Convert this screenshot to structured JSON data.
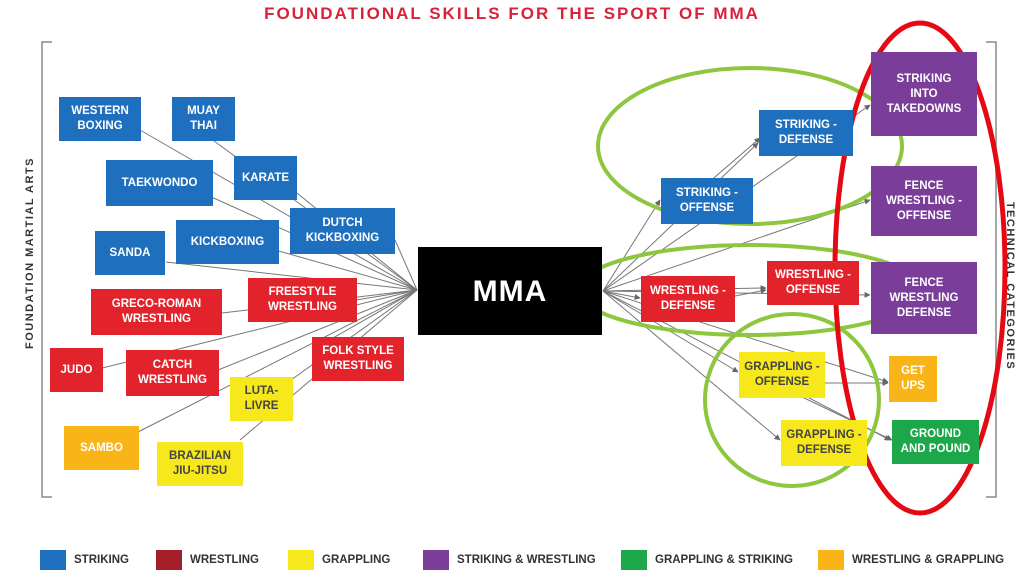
{
  "title": "FOUNDATIONAL SKILLS FOR THE SPORT OF MMA",
  "left_axis_label": "FOUNDATION MARTIAL ARTS",
  "right_axis_label": "TECHNICAL CATEGORIES",
  "center": "MMA",
  "colors": {
    "striking": "#1f6fbf",
    "wrestling": "#e3232c",
    "grappling": "#f7e81c",
    "striking_wrestling": "#7a3d9a",
    "grappling_striking": "#1ca84a",
    "wrestling_grappling": "#f9b418",
    "annotation_green": "#8dc63f",
    "annotation_red": "#e50914"
  },
  "martial_arts": {
    "western_boxing": "WESTERN\nBOXING",
    "muay_thai": "MUAY\nTHAI",
    "taekwondo": "TAEKWONDO",
    "karate": "KARATE",
    "sanda": "SANDA",
    "kickboxing": "KICKBOXING",
    "dutch_kickboxing": "DUTCH\nKICKBOXING",
    "greco_roman": "GRECO-ROMAN\nWRESTLING",
    "freestyle": "FREESTYLE\nWRESTLING",
    "judo": "JUDO",
    "catch_wrestling": "CATCH\nWRESTLING",
    "folk_style": "FOLK STYLE\nWRESTLING",
    "luta_livre": "LUTA-\nLIVRE",
    "sambo": "SAMBO",
    "bjj": "BRAZILIAN\nJIU-JITSU"
  },
  "categories": {
    "striking_offense": "STRIKING -\nOFFENSE",
    "striking_defense": "STRIKING -\nDEFENSE",
    "wrestling_defense": "WRESTLING -\nDEFENSE",
    "wrestling_offense": "WRESTLING -\nOFFENSE",
    "grappling_offense": "GRAPPLING -\nOFFENSE",
    "grappling_defense": "GRAPPLING -\nDEFENSE",
    "striking_into_takedowns": "STRIKING\nINTO\nTAKEDOWNS",
    "fence_wrestling_offense": "FENCE\nWRESTLING -\nOFFENSE",
    "fence_wrestling_defense": "FENCE\nWRESTLING\nDEFENSE",
    "get_ups": "GET\nUPS",
    "ground_and_pound": "GROUND\nAND POUND"
  },
  "legend": [
    {
      "label": "STRIKING",
      "color": "#1f6fbf"
    },
    {
      "label": "WRESTLING",
      "color": "#a3202a"
    },
    {
      "label": "GRAPPLING",
      "color": "#f7e81c"
    },
    {
      "label": "STRIKING & WRESTLING",
      "color": "#7a3d9a"
    },
    {
      "label": "GRAPPLING & STRIKING",
      "color": "#1ca84a"
    },
    {
      "label": "WRESTLING & GRAPPLING",
      "color": "#f9b418"
    }
  ]
}
